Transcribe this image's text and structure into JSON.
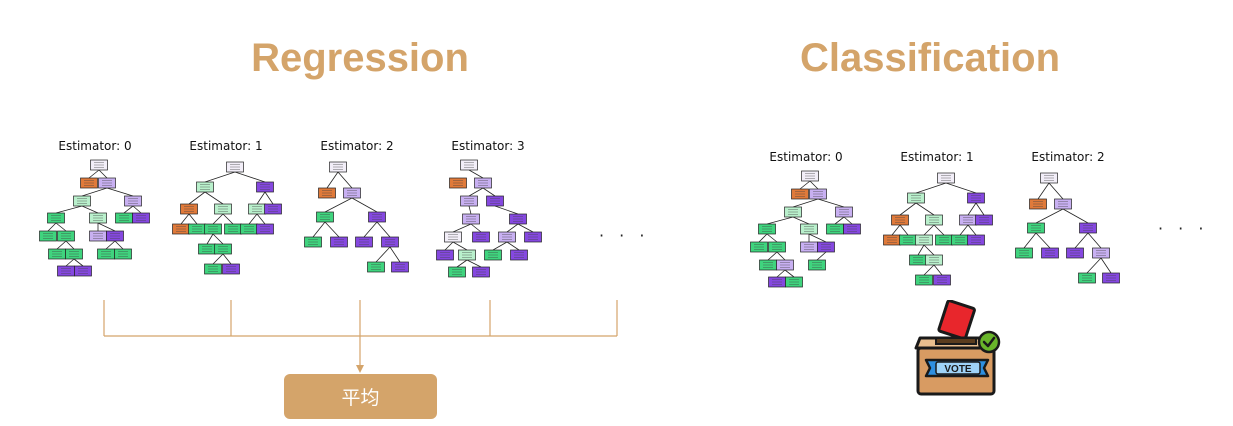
{
  "regression": {
    "title": "Regression",
    "estimators": [
      "Estimator: 0",
      "Estimator: 1",
      "Estimator: 2",
      "Estimator: 3"
    ],
    "more": "· · ·",
    "aggregate_label": "平均"
  },
  "classification": {
    "title": "Classification",
    "estimators": [
      "Estimator: 0",
      "Estimator: 1",
      "Estimator: 2"
    ],
    "more": "· · ·",
    "vote_label": "VOTE"
  },
  "colors": {
    "accent": "#D4A46A",
    "node_orange": "#E07A3A",
    "node_green": "#3FD47E",
    "node_light_green": "#B9F0CC",
    "node_purple": "#8548E0",
    "node_light_purple": "#C8B0F2",
    "node_white": "#F2EEF8"
  }
}
